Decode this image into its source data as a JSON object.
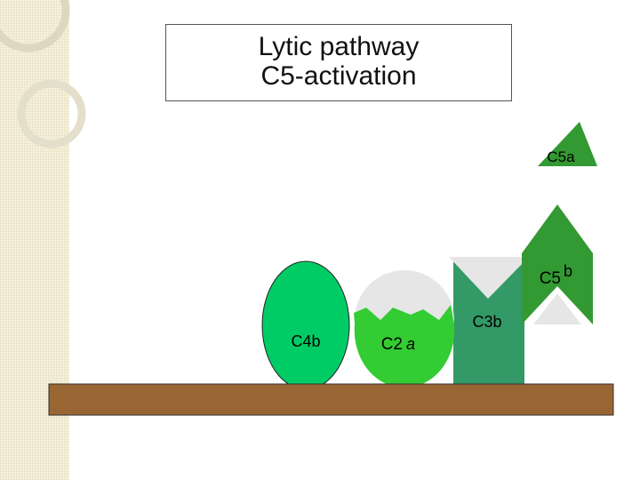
{
  "title": {
    "line1": "Lytic pathway",
    "line2": "C5-activation"
  },
  "labels": {
    "c5a": "C5a",
    "c5b_main": "C5",
    "c5b_sub": "b",
    "c4b": "C4b",
    "c2a_main": "C2",
    "c2a_sub": "a",
    "c3b": "C3b"
  },
  "colors": {
    "c5": "#339933",
    "c4b": "#00cc66",
    "c2a": "#33cc33",
    "c3b": "#339966",
    "membrane": "#996633",
    "cutout": "#e6e6e6",
    "strip": "#f6f1dc",
    "rings": "#dcd6bf"
  }
}
